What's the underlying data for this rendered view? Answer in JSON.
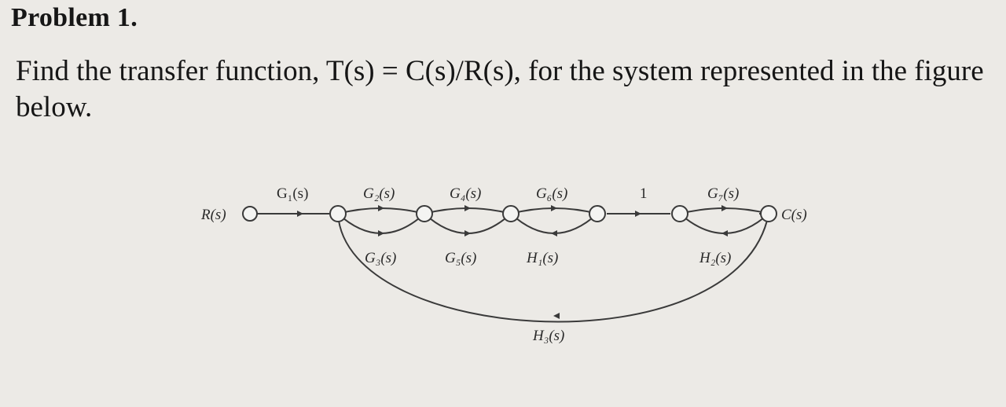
{
  "problem": {
    "title": "Problem 1.",
    "text": "Find the transfer function, T(s) = C(s)/R(s), for the system represented in the figure below."
  },
  "diagram": {
    "input_label": "R(s)",
    "output_label": "C(s)",
    "forward_branches": [
      {
        "id": "g1",
        "label": "G₁(s)"
      },
      {
        "id": "g2",
        "label": "G₂(s)"
      },
      {
        "id": "g4",
        "label": "G₄(s)"
      },
      {
        "id": "g6",
        "label": "G₆(s)"
      },
      {
        "id": "unity",
        "label": "1"
      },
      {
        "id": "g7",
        "label": "G₇(s)"
      }
    ],
    "lower_branches": [
      {
        "id": "g3",
        "label": "G₃(s)"
      },
      {
        "id": "g5",
        "label": "G₅(s)"
      },
      {
        "id": "h1",
        "label": "H₁(s)"
      },
      {
        "id": "h2",
        "label": "H₂(s)"
      }
    ],
    "outer_feedback": {
      "id": "h3",
      "label": "H₃(s)"
    }
  }
}
